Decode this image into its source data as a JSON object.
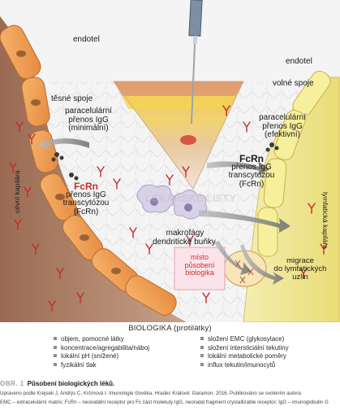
{
  "figure": {
    "label_endotel_left": "endotel",
    "label_endotel_right": "endotel",
    "label_tesne_spoje": "těsné spoje",
    "label_volne_spoje": "volné spoje",
    "paracel_left": [
      "paracelulární",
      "přenos IgG",
      "(minimální)"
    ],
    "paracel_right": [
      "paracelulární",
      "přenos IgG",
      "(efektivní)"
    ],
    "fcrn_left": "FcRn",
    "transcyt_left": [
      "přenos IgG",
      "transcytózou",
      "(FcRn)"
    ],
    "fcrn_right": "FcRn",
    "transcyt_right": [
      "přenos IgG",
      "transcytózou",
      "(FcRn)"
    ],
    "makrofagy": "makrofágy",
    "dendriticke": "dendritické buňky",
    "cevni_kapilara": "cévní kapilára",
    "lymf_kapilara": "lymfatická kapilára",
    "misto": [
      "místo",
      "působení",
      "biologika"
    ],
    "migrace": [
      "migrace",
      "do lymfatických",
      "uzlin"
    ],
    "watermark": "LÉKAŘSKÉ LISTY"
  },
  "legend": {
    "title": "BIOLOGIKA (protilátky)",
    "left_items": [
      "objem, pomocné látky",
      "koncentrace/agregabilita/náboj",
      "lokální pH (snížené)",
      "fyzikální tlak"
    ],
    "right_items": [
      "složení EMC (glykosylace)",
      "složení intersticiální tekutiny",
      "lokální metabolické poměry",
      "influx tekutin/imunocytů"
    ]
  },
  "caption": {
    "number": "OBR. 1",
    "title": "Působení biologických léků.",
    "line2": "Upraveno podle Krejsek J, Andrýs C, Krčmová I. Imunologie člověka. Hradec Králové: Garamon, 2016. Publikováno se svolením autora.",
    "line3": "EMC – extracelulární matrix; FcRn – neonatální receptor pro Fc část molekuly IgG, neonatal fragment crystallizable receptor; IgG – imunoglobulin G"
  },
  "colors": {
    "endothelial_orange": "#f0a25a",
    "lymph_yellow": "#f1e89a",
    "fcrn_red": "#c4302b",
    "tissue_brown": "#b88c6c",
    "antibody_red": "#c42a2a"
  }
}
